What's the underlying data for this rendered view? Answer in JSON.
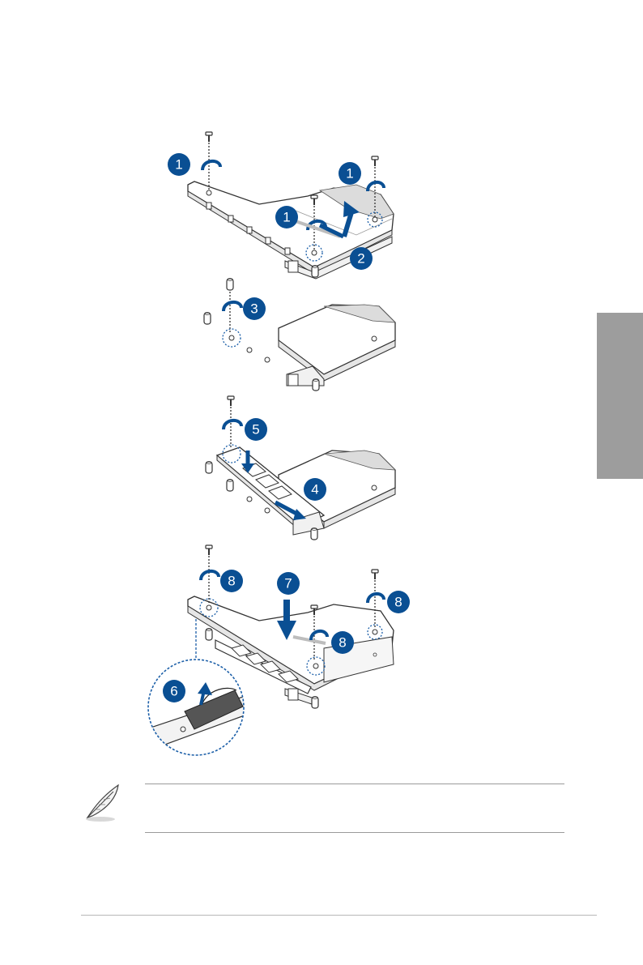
{
  "colors": {
    "step_badge": "#0a4f93",
    "side_tab": "#9d9d9d",
    "line_art": "#333333",
    "highlight_dots": "#1c5fa8"
  },
  "steps": [
    "1",
    "1",
    "1",
    "2",
    "3",
    "4",
    "5",
    "6",
    "7",
    "8",
    "8",
    "8"
  ],
  "icons": {
    "note": "feather-quill-icon"
  }
}
